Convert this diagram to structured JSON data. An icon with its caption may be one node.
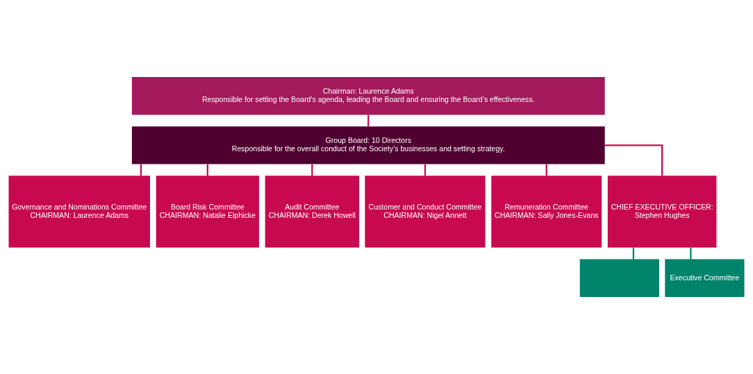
{
  "diagram": {
    "nodes": [
      {
        "text": [
          "Chairman: Laurence Adams",
          "Responsible for setting the Board’s agenda, leading the Board and ensuring the Board’s effectiveness."
        ]
      },
      {
        "text": [
          "Group Board: 10 Directors",
          "Responsible for the overall conduct of the Society’s businesses and setting strategy."
        ]
      },
      {
        "text": [
          "Governance and Nominations Committee",
          "CHAIRMAN: Laurence Adams"
        ]
      },
      {
        "text": [
          "Board Risk Committee",
          "CHAIRMAN: Natalie Elphicke"
        ]
      },
      {
        "text": [
          "Audit Committee",
          "CHAIRMAN: Derek Howell"
        ]
      },
      {
        "text": [
          "Customer and Conduct Committee",
          "CHAIRMAN: Nigel Annett"
        ]
      },
      {
        "text": [
          "Remuneration Committee",
          "CHAIRMAN: Sally Jones-Evans"
        ]
      },
      {
        "text": [
          "CHIEF EXECUTIVE OFFICER:",
          "Stephen Hughes"
        ]
      },
      {
        "text": [],
        "shape": "box"
      },
      {
        "text": [
          "Executive Committee"
        ]
      }
    ],
    "edges": [
      {
        "from": 0,
        "to": 1,
        "arrow": "none"
      },
      {
        "from": 1,
        "to": 2,
        "arrow": "none"
      },
      {
        "from": 1,
        "to": 3,
        "arrow": "none"
      },
      {
        "from": 1,
        "to": 4,
        "arrow": "none"
      },
      {
        "from": 1,
        "to": 5,
        "arrow": "none"
      },
      {
        "from": 1,
        "to": 6,
        "arrow": "none"
      },
      {
        "from": 1,
        "to": 7,
        "arrow": "none"
      },
      {
        "from": 7,
        "to": 8,
        "arrow": "none",
        "color": "#00836b"
      },
      {
        "from": 7,
        "to": 9,
        "arrow": "none",
        "color": "#00836b"
      }
    ]
  }
}
